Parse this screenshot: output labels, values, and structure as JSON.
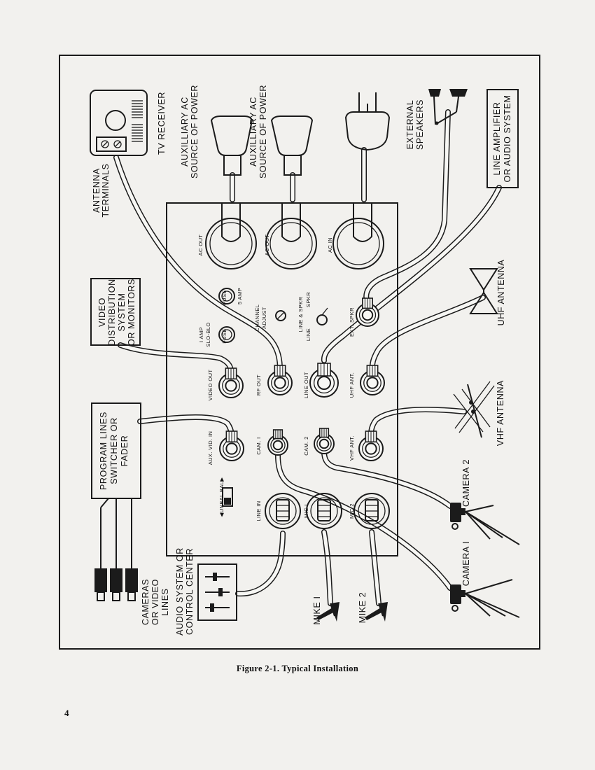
{
  "figure": {
    "caption": "Figure 2-1.  Typical Installation",
    "page_number": "4"
  },
  "external": {
    "tv_receiver": "TV RECEIVER",
    "antenna_terminals": [
      "ANTENNA",
      "TERMINALS"
    ],
    "aux_ac_1": [
      "AUXILLIARY AC",
      "SOURCE OF POWER"
    ],
    "aux_ac_2": [
      "AUXILLIARY AC",
      "SOURCE OF POWER"
    ],
    "external_speakers": [
      "EXTERNAL",
      "SPEAKERS"
    ],
    "line_amplifier": [
      "LINE  AMPLIFIER",
      "OR AUDIO SYSTEM"
    ],
    "video_distribution": [
      "VIDEO",
      "DISTRIBUTION",
      "SYSTEM",
      "OR  MONITORS"
    ],
    "uhf_antenna": "UHF ANTENNA",
    "vhf_antenna": "VHF ANTENNA",
    "program_lines": [
      "PROGRAM LINES",
      "SWITCHER OR",
      "FADER"
    ],
    "cameras_video_lines": [
      "CAMERAS",
      "OR  VIDEO",
      "LINES"
    ],
    "audio_system": [
      "AUDIO SYSTEM OR",
      "CONTROL CENTER"
    ],
    "mike_1": "MIKE  I",
    "mike_2": "MIKE  2",
    "camera_1": "CAMERA  I",
    "camera_2": "CAMERA  2"
  },
  "panel": {
    "ac_out_1": "AC OUT",
    "ac_out_2": "AC OUT",
    "ac_in": "AC IN",
    "fuse_5amp": "5 AMP",
    "fuse_1amp": [
      "I AMP",
      "SLO-BLO"
    ],
    "fuse_text": "FUSE",
    "channel_adjust": [
      "CHANNEL",
      "ADJUST"
    ],
    "line_spkr_switch": [
      "LINE & SPKR",
      "LINE",
      "SPKR"
    ],
    "ext_spkr": "EXT. SPKR",
    "video_out": "VIDEO OUT",
    "rf_out": "RF OUT",
    "line_out": "LINE OUT",
    "uhf_ant": "UHF ANT.",
    "aux_vid_in": "AUX. VID. IN",
    "cam_1": "CAM. I",
    "cam_2": "CAM. 2",
    "vhf_ant": "VHF ANT.",
    "unbal_bal": "◀UNBAL    BAL▶",
    "line_in": "LINE IN",
    "mic_1": "MIC I",
    "mic_2": "MIC 2"
  }
}
